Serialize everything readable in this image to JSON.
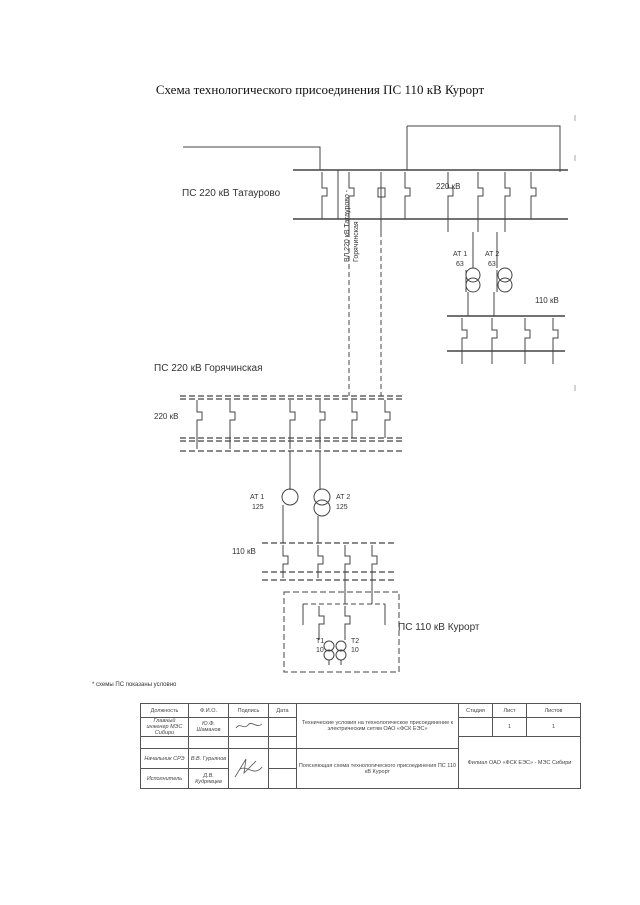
{
  "title": "Схема технологического присоединения ПС 110 кВ Курорт",
  "labels": {
    "ps_tataurovo": "ПС 220 кВ Татаурово",
    "bus_220_top": "220 кВ",
    "at1_top": "АТ 1",
    "at1_top_mva": "63",
    "at2_top": "АТ 2",
    "at2_top_mva": "63",
    "bus_110_top": "110 кВ",
    "line_label_1": "ВЛ 220 кВ Татаурово -",
    "line_label_2": "Горячинская",
    "ps_goryachinskaya": "ПС 220 кВ Горячинская",
    "bus_220_left": "220 кВ",
    "at1_mid": "АТ 1",
    "at1_mid_mva": "125",
    "at2_mid": "АТ 2",
    "at2_mid_mva": "125",
    "bus_110_mid": "110 кВ",
    "ps_kurort": "ПС 110 кВ Курорт",
    "t1": "Т1",
    "t1_mva": "10",
    "t2": "Т2",
    "t2_mva": "10",
    "footnote": "* схемы ПС показаны условно"
  },
  "stamp": {
    "h_position": "Должность",
    "h_name": "Ф.И.О.",
    "h_signature": "Подпись",
    "h_date": "Дата",
    "tech_conditions": "Технические условия на технологическое присоединение к электрическим сетям ОАО «ФСК ЕЭС»",
    "h_stage": "Стадия",
    "h_sheet": "Лист",
    "h_sheets": "Листов",
    "sheet": "1",
    "sheets": "1",
    "row1_position": "Главный инженер МЭС Сибири",
    "row1_name": "Ю.Ф. Шаманов",
    "row2_position": "Начальник СРЭ",
    "row2_name": "В.В. Гурьянов",
    "row3_position": "Исполнитель",
    "row3_name": "Д.В. Кудрявцев",
    "drawing_name": "Поясняющая схема технологического присоединения ПС 110 кВ Курорт",
    "org": "Филиал ОАО «ФСК ЕЭС» - МЭС Сибири"
  }
}
